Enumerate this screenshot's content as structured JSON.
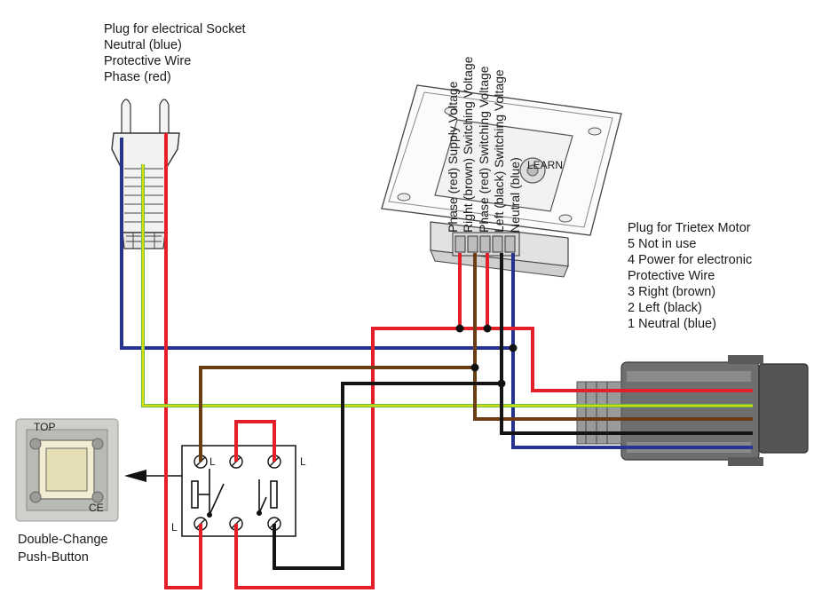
{
  "socket_plug": {
    "title": "Plug for electrical Socket",
    "lines": [
      "Neutral (blue)",
      "Protective Wire",
      "Phase (red)"
    ]
  },
  "motor_plug": {
    "title": "Plug for Trietex Motor",
    "lines": [
      "5 Not in use",
      "4 Power for electronic",
      "Protective Wire",
      "3 Right (brown)",
      "2 Left (black)",
      "1 Neutral (blue)"
    ]
  },
  "control_unit": {
    "terminals": [
      "Phase (red) Supply Voltage",
      "Right (brown) Switching Voltage",
      "Phase (red) Switching Voltage",
      "Left (black) Switching Voltage",
      "Neutral (blue)"
    ],
    "brand": "LEARN"
  },
  "push_button": {
    "caption_line1": "Double-Change",
    "caption_line2": "Push-Button",
    "marks": [
      "CE",
      "TOP"
    ]
  },
  "switch_terminals": [
    "L",
    "L",
    "L"
  ],
  "colors": {
    "red": "#e3202a",
    "blue": "#26348f",
    "brown": "#6b3d14",
    "black": "#141414",
    "green": "#6cbf3f",
    "yellow": "#f2e600"
  }
}
